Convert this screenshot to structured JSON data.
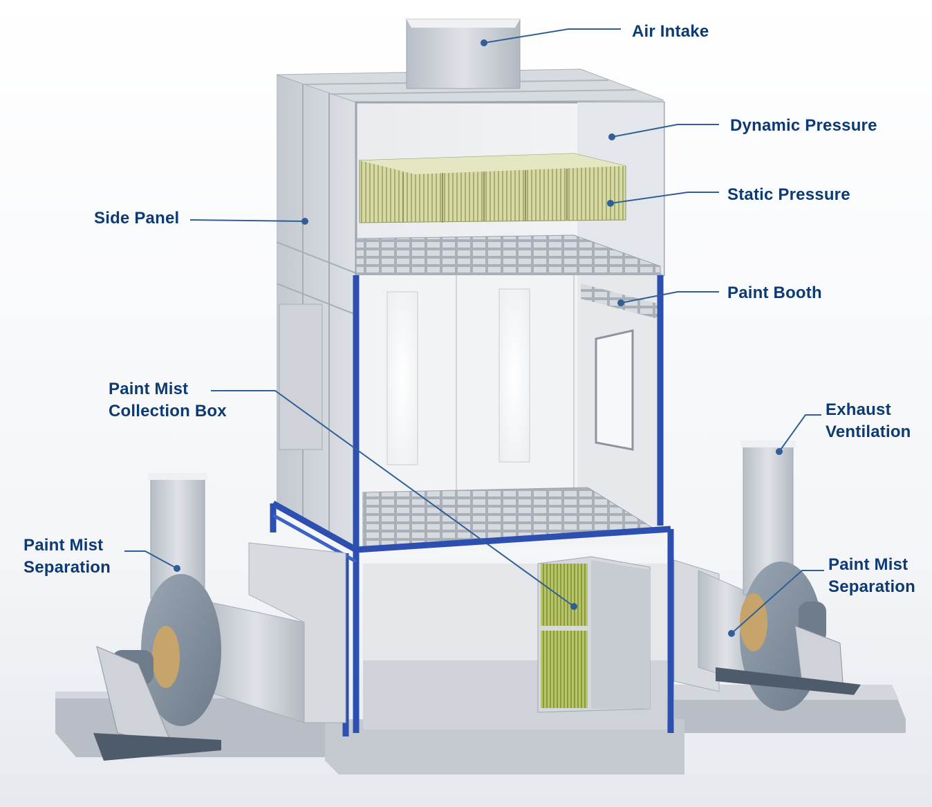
{
  "labels": {
    "air_intake": "Air Intake",
    "dynamic_pressure": "Dynamic Pressure",
    "static_pressure": "Static Pressure",
    "side_panel": "Side Panel",
    "paint_booth": "Paint Booth",
    "paint_mist_collection_box": [
      "Paint Mist",
      "Collection Box"
    ],
    "exhaust_ventilation": [
      "Exhaust",
      "Ventilation"
    ],
    "paint_mist_separation_left": [
      "Paint Mist",
      "Separation"
    ],
    "paint_mist_separation_right": [
      "Paint Mist",
      "Separation"
    ]
  },
  "colors": {
    "label_text": "#0e3a73",
    "leader_line": "#2f5f94",
    "frame_blue": "#2c4fb0",
    "filter_green": "#c9cf94",
    "metal_gray": "#c9ced5"
  }
}
